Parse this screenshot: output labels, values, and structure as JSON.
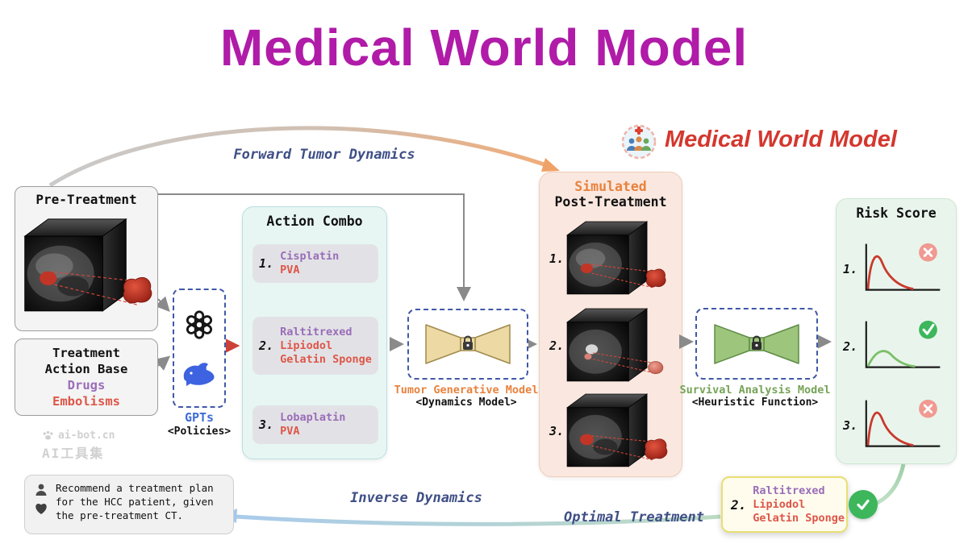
{
  "title": "Medical World Model",
  "logo": {
    "text": "Medical World Model"
  },
  "flow_labels": {
    "forward": "Forward Tumor Dynamics",
    "inverse": "Inverse Dynamics",
    "optimal": "Optimal Treatment"
  },
  "pre_treatment": {
    "title": "Pre-Treatment"
  },
  "action_base": {
    "title_line1": "Treatment",
    "title_line2": "Action Base",
    "drugs_label": "Drugs",
    "embolisms_label": "Embolisms"
  },
  "policies": {
    "label": "GPTs",
    "sublabel": "<Policies>"
  },
  "action_combo": {
    "title": "Action Combo",
    "items": [
      {
        "number": "1.",
        "lines": [
          {
            "text": "Cisplatin",
            "kind": "drug"
          },
          {
            "text": "PVA",
            "kind": "embolism"
          }
        ]
      },
      {
        "number": "2.",
        "lines": [
          {
            "text": "Raltitrexed",
            "kind": "drug"
          },
          {
            "text": "Lipiodol",
            "kind": "embolism"
          },
          {
            "text": "Gelatin Sponge",
            "kind": "embolism"
          }
        ]
      },
      {
        "number": "3.",
        "lines": [
          {
            "text": "Lobaplatin",
            "kind": "drug"
          },
          {
            "text": "PVA",
            "kind": "embolism"
          }
        ]
      }
    ]
  },
  "tumor_model": {
    "name": "Tumor Generative Model",
    "sublabel": "<Dynamics Model>"
  },
  "simulated": {
    "title_line1": "Simulated",
    "title_line2": "Post-Treatment",
    "items": [
      {
        "number": "1."
      },
      {
        "number": "2."
      },
      {
        "number": "3."
      }
    ]
  },
  "survival_model": {
    "name": "Survival Analysis Model",
    "sublabel": "<Heuristic Function>"
  },
  "risk_score": {
    "title": "Risk Score",
    "items": [
      {
        "number": "1.",
        "verdict": "cross"
      },
      {
        "number": "2.",
        "verdict": "check"
      },
      {
        "number": "3.",
        "verdict": "cross"
      }
    ]
  },
  "optimal_treatment": {
    "number": "2.",
    "lines": [
      {
        "text": "Raltitrexed",
        "kind": "drug"
      },
      {
        "text": "Lipiodol",
        "kind": "embolism"
      },
      {
        "text": "Gelatin Sponge",
        "kind": "embolism"
      }
    ]
  },
  "prompt": {
    "text": "Recommend a treatment plan for the HCC patient, given the pre-treatment CT."
  },
  "watermark": {
    "line1": "ai-bot.cn",
    "line2": "AI工具集"
  },
  "colors": {
    "title": "#b01ba8",
    "logo_red": "#d4372e",
    "accent_orange": "#e8823c",
    "accent_green": "#76a356",
    "drug_purple": "#9a6db8",
    "embolism_red": "#de5648",
    "navy": "#3f4f86",
    "check_green": "#3db65c",
    "cross_red": "#f09a92",
    "gpt_blue": "#3e6cd8"
  }
}
